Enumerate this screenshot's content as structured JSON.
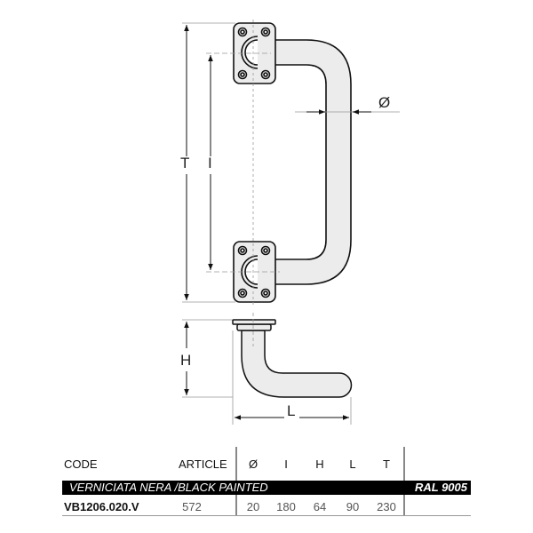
{
  "drawing": {
    "labels": {
      "T": "T",
      "I": "I",
      "diameter": "Ø",
      "H": "H",
      "L": "L"
    }
  },
  "table": {
    "headers": {
      "code": "CODE",
      "article": "ARTICLE",
      "diameter": "Ø",
      "I": "I",
      "H": "H",
      "L": "L",
      "T": "T"
    },
    "finish_row": {
      "label": "VERNICIATA NERA /BLACK PAINTED",
      "ral": "RAL 9005"
    },
    "rows": [
      {
        "code": "VB1206.020.V",
        "article": "572",
        "diameter": "20",
        "I": "180",
        "H": "64",
        "L": "90",
        "T": "230"
      }
    ]
  }
}
